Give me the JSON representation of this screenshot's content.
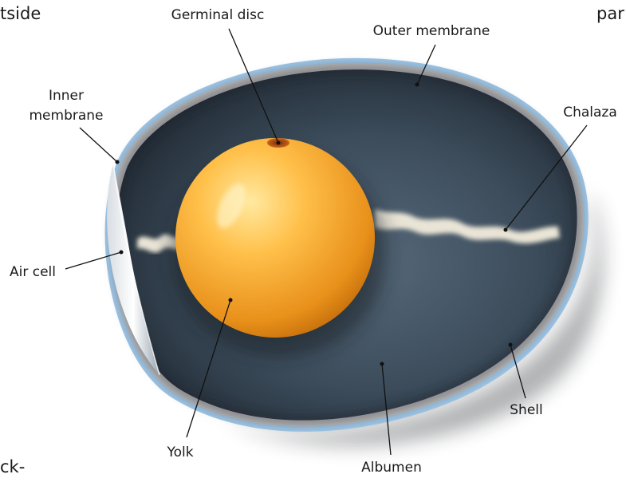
{
  "labels": {
    "germinal_disc": "Germinal disc",
    "outer_membrane": "Outer membrane",
    "inner_membrane_line1": "Inner",
    "inner_membrane_line2": "membrane",
    "chalaza": "Chalaza",
    "air_cell": "Air cell",
    "yolk": "Yolk",
    "albumen": "Albumen",
    "shell": "Shell"
  },
  "cropped_text": {
    "top_left": "tside",
    "top_right": "par",
    "bottom_left": "ck-"
  },
  "colors": {
    "shell": "#9fc6e6",
    "membrane": "#bdbdbd",
    "albumen": "#2e3c4a",
    "yolk": "#f0a52a",
    "chalaza": "#e9e4d6"
  }
}
